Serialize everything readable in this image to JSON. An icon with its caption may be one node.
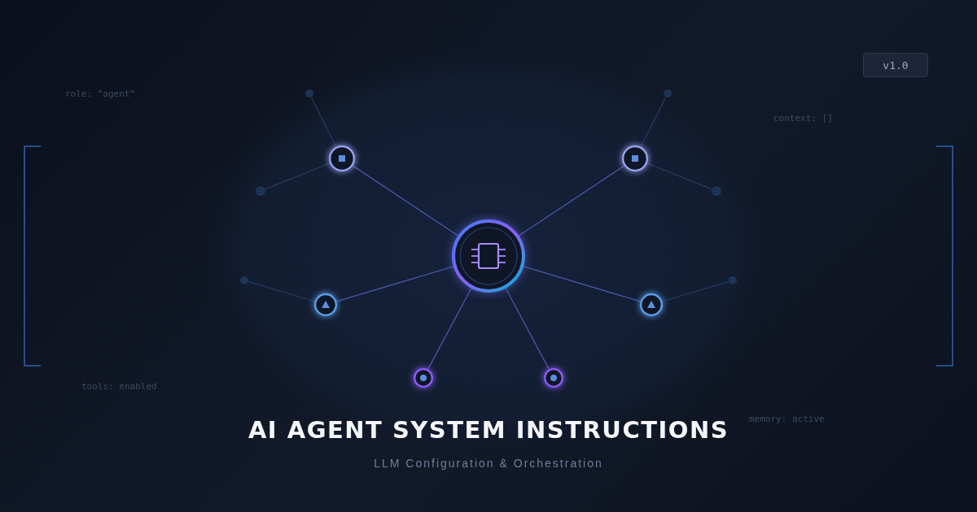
{
  "diagram": {
    "title": "AI AGENT SYSTEM INSTRUCTIONS",
    "caption": "LLM Configuration & Orchestration",
    "nodes": [
      {
        "text": [
          "v1.0"
        ]
      },
      {
        "text": [],
        "shape": "circle"
      },
      {
        "text": [],
        "shape": "circle"
      },
      {
        "text": [],
        "shape": "circle"
      },
      {
        "text": [],
        "shape": "circle"
      },
      {
        "text": [],
        "shape": "circle"
      },
      {
        "text": [],
        "shape": "circle"
      },
      {
        "text": [],
        "shape": "circle"
      },
      {
        "text": [],
        "shape": "circle"
      },
      {
        "text": [],
        "shape": "circle"
      },
      {
        "text": [],
        "shape": "circle"
      },
      {
        "text": [],
        "shape": "circle"
      },
      {
        "text": [],
        "shape": "circle"
      },
      {
        "text": [],
        "shape": "circle"
      }
    ],
    "edges": [
      {
        "from": 1,
        "to": 2,
        "arrow": "none"
      },
      {
        "from": 1,
        "to": 3,
        "arrow": "none"
      },
      {
        "from": 1,
        "to": 4,
        "arrow": "none"
      },
      {
        "from": 1,
        "to": 5,
        "arrow": "none"
      },
      {
        "from": 1,
        "to": 6,
        "arrow": "none"
      },
      {
        "from": 1,
        "to": 7,
        "arrow": "none"
      },
      {
        "from": 2,
        "to": 8,
        "arrow": "none"
      },
      {
        "from": 2,
        "to": 9,
        "arrow": "none"
      },
      {
        "from": 3,
        "to": 10,
        "arrow": "none"
      },
      {
        "from": 3,
        "to": 11,
        "arrow": "none"
      },
      {
        "from": 4,
        "to": 12,
        "arrow": "none"
      },
      {
        "from": 5,
        "to": 13,
        "arrow": "none"
      }
    ],
    "labels": [
      "role: \"agent\"",
      "context: []",
      "tools: enabled",
      "memory: active"
    ]
  }
}
